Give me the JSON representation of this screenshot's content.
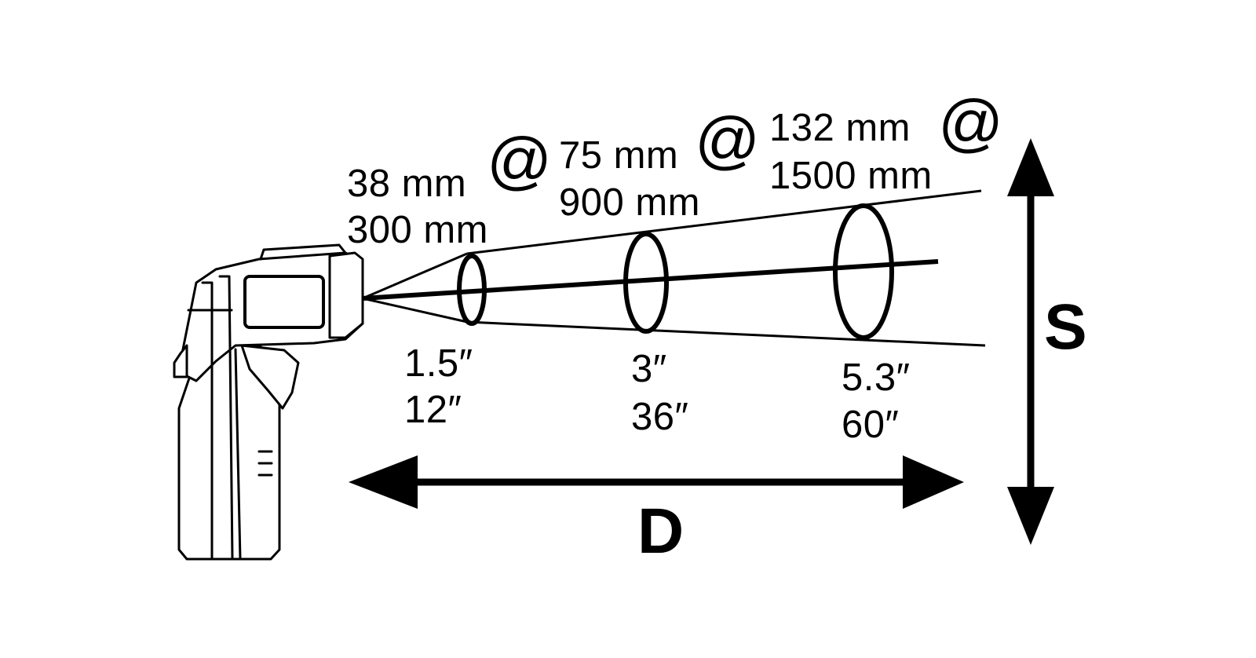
{
  "colors": {
    "ink": "#000000",
    "background": "#ffffff"
  },
  "icons": {
    "device": "infrared-thermometer-icon"
  },
  "spots": [
    {
      "spot_mm": "38 mm",
      "distance_mm": "300 mm",
      "spot_in": "1.5″",
      "distance_in": "12″"
    },
    {
      "spot_mm": "75 mm",
      "distance_mm": "900 mm",
      "spot_in": "3″",
      "distance_in": "36″"
    },
    {
      "spot_mm": "132 mm",
      "distance_mm": "1500 mm",
      "spot_in": "5.3″",
      "distance_in": "60″"
    }
  ],
  "at_symbol": "@",
  "axes": {
    "distance": "D",
    "spot_size": "S"
  }
}
